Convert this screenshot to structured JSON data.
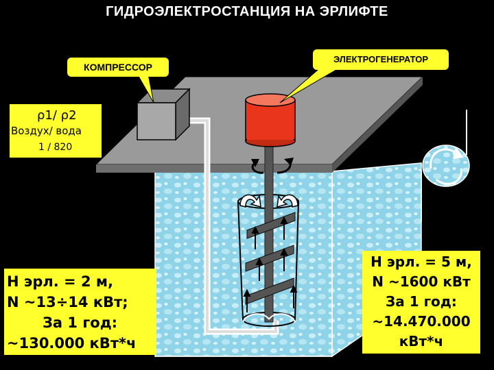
{
  "title": "ГИДРОЭЛЕКТРОСТАНЦИЯ НА ЭРЛИФТЕ",
  "callouts": {
    "compressor": "КОМПРЕССОР",
    "generator": "ЭЛЕКТРОГЕНЕРАТОР"
  },
  "ratio": {
    "symbols": "ρ1/ ρ2",
    "names": "Воздух/ вода",
    "values": "1 / 820"
  },
  "left_info": {
    "line1": "H эрл. = 2 м,",
    "line2": "N ~13÷14 кВт;",
    "line3": "За 1 год:",
    "line4": "~130.000 кВт*ч"
  },
  "right_info": {
    "line1": "H эрл. = 5 м,",
    "line2": "N ~1600 кВт",
    "line3": "За 1 год:",
    "line4": "~14.470.000",
    "line5": "кВт*ч"
  },
  "colors": {
    "yellow": "#ffff2e",
    "water": "#8fd3e8",
    "generator": "#e8351b",
    "deck": "#9a9a9a"
  }
}
